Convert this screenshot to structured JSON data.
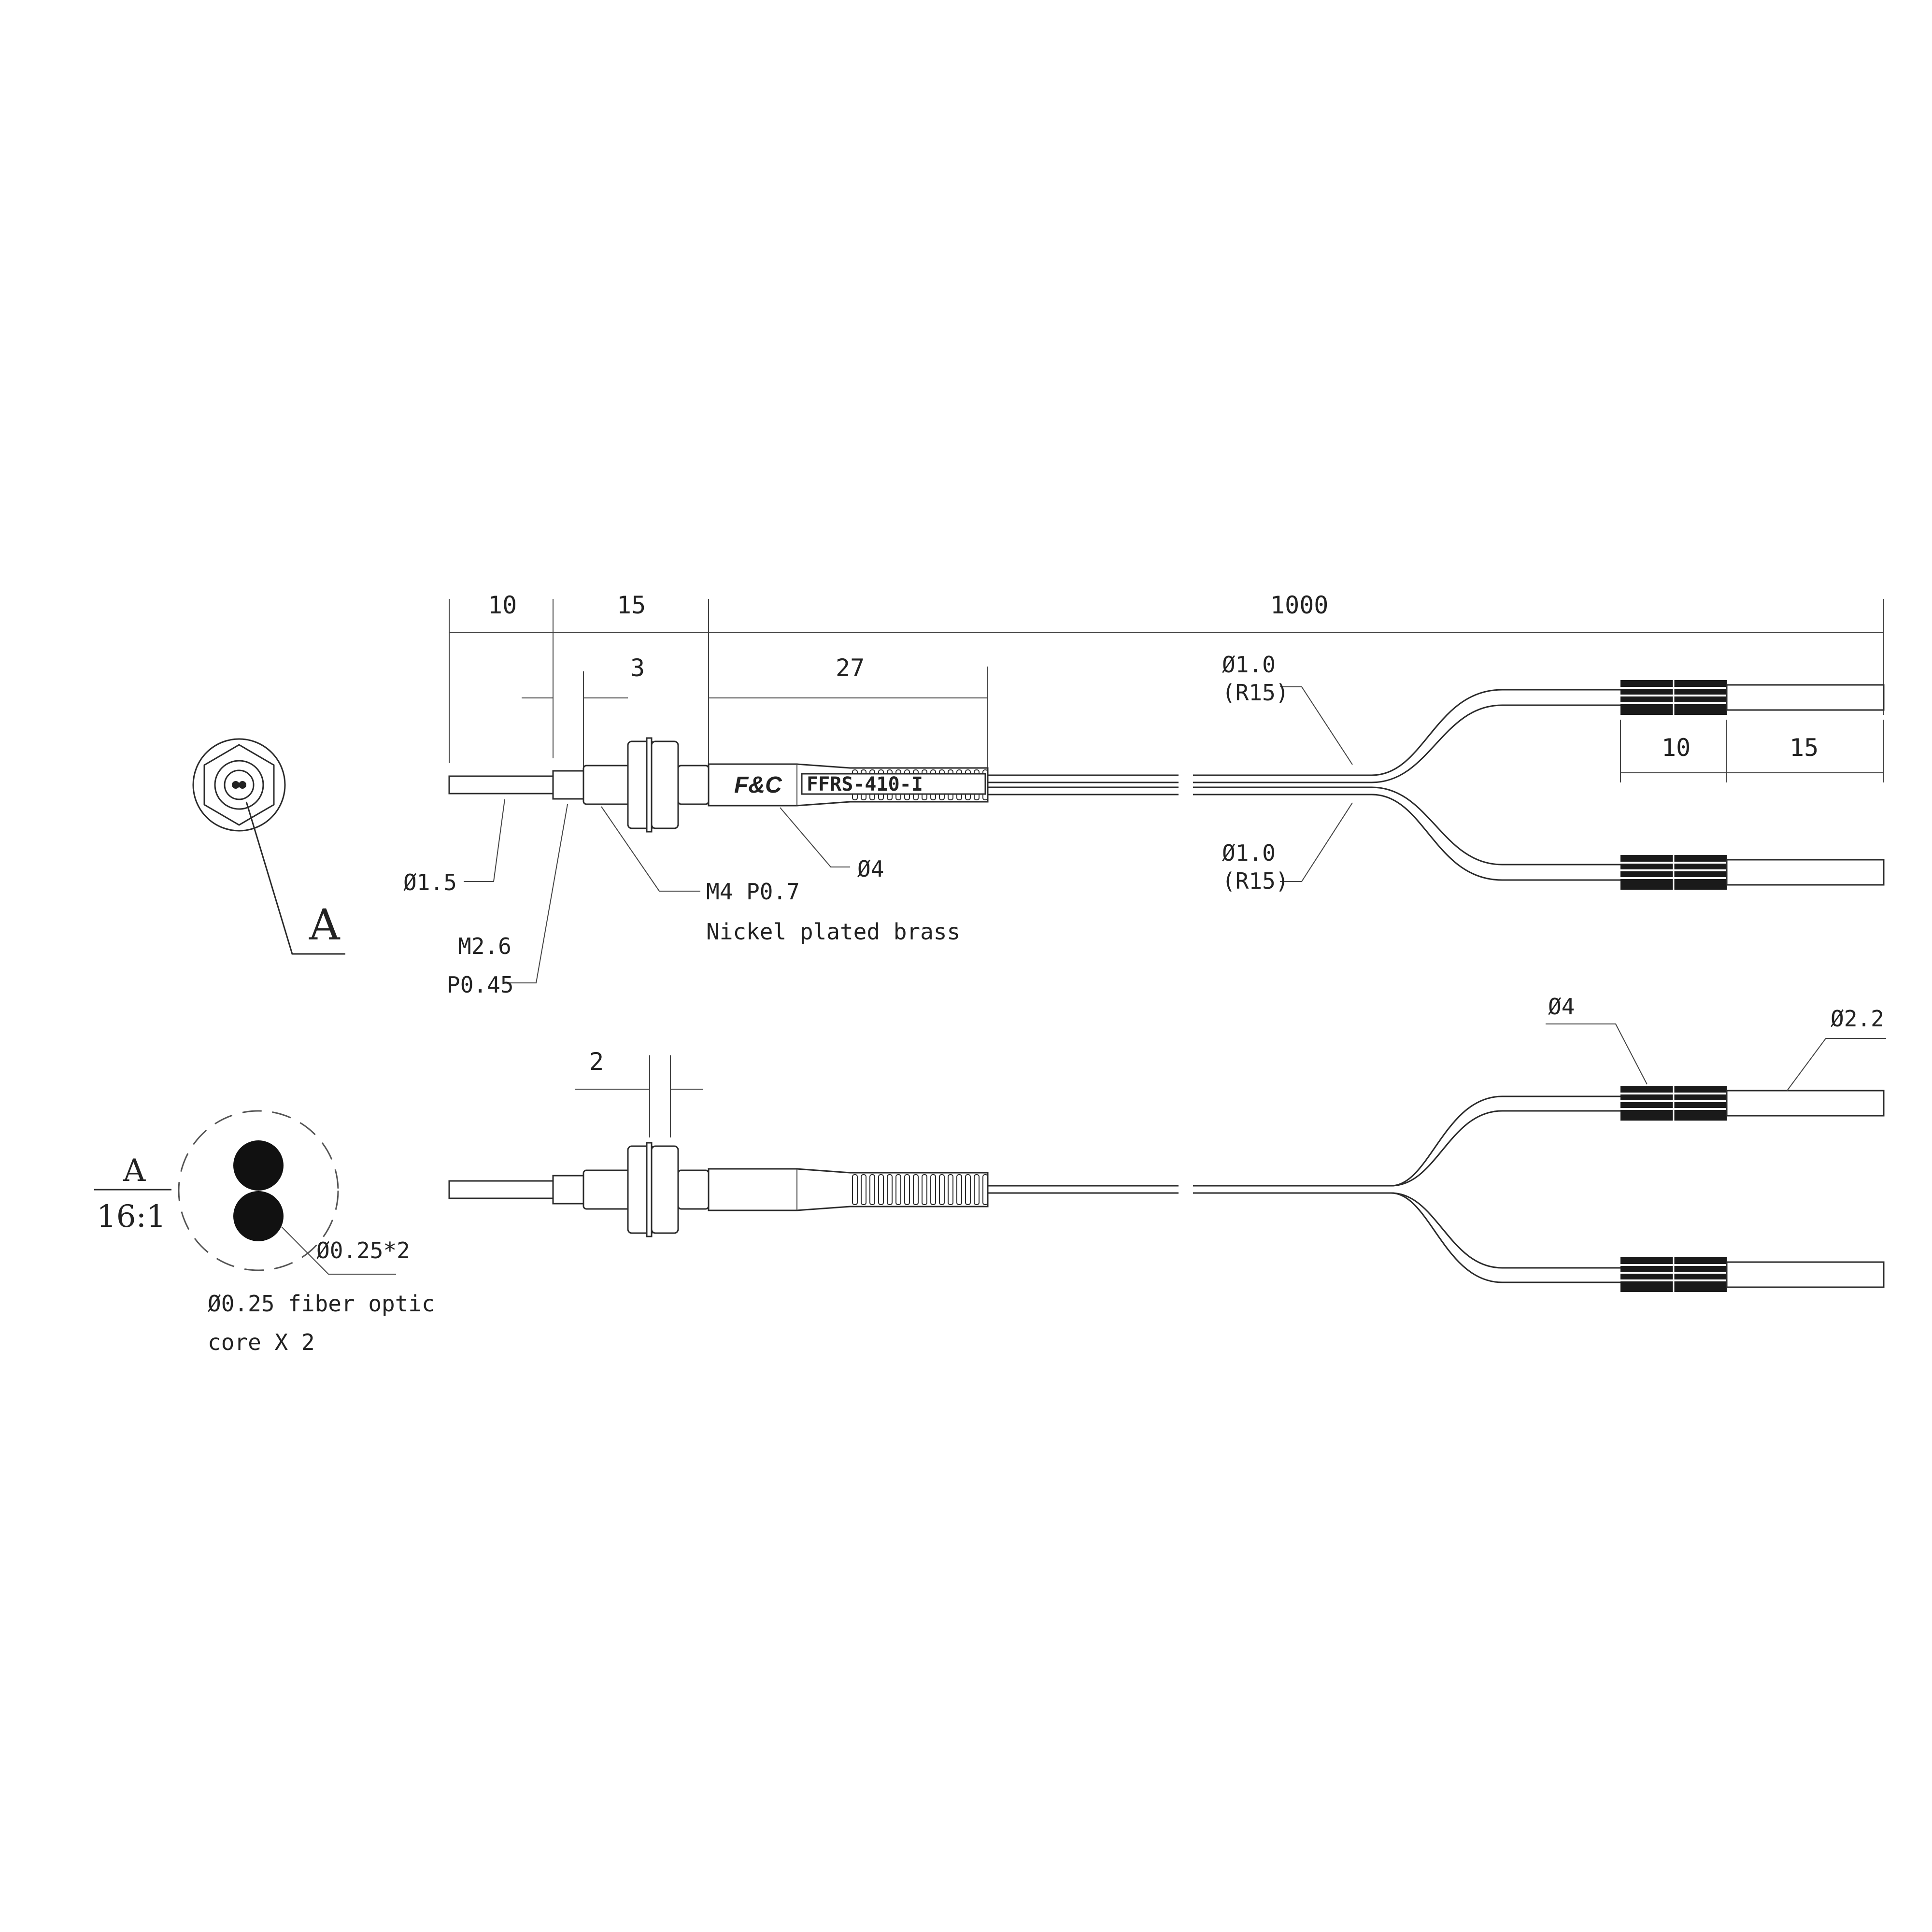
{
  "dimensions": {
    "overall_tip": "10",
    "overall_body": "15",
    "overall_cable": "1000",
    "thread_len": "3",
    "sleeve_len": "27",
    "end_sleeve": "10",
    "end_tip": "15",
    "nut_thick": "2"
  },
  "labels": {
    "tip_dia": "Ø1.5",
    "m26_line1": "M2.6",
    "m26_line2": "P0.45",
    "m4_line1": "M4 P0.7",
    "m4_line2": "Nickel plated brass",
    "sleeve_dia": "Ø4",
    "branch_top_dia": "Ø1.0",
    "branch_top_r": "(R15)",
    "branch_bot_dia": "Ø1.0",
    "branch_bot_r": "(R15)",
    "end_sleeve_dia": "Ø4",
    "end_tip_dia": "Ø2.2",
    "view_marker": "A",
    "detail_name": "A",
    "detail_scale": "16:1",
    "core_dia": "Ø0.25*2",
    "core_note_line1": "Ø0.25 fiber optic",
    "core_note_line2": "core X 2"
  },
  "product": {
    "brand": "F&C",
    "model": "FFRS-410-I"
  }
}
